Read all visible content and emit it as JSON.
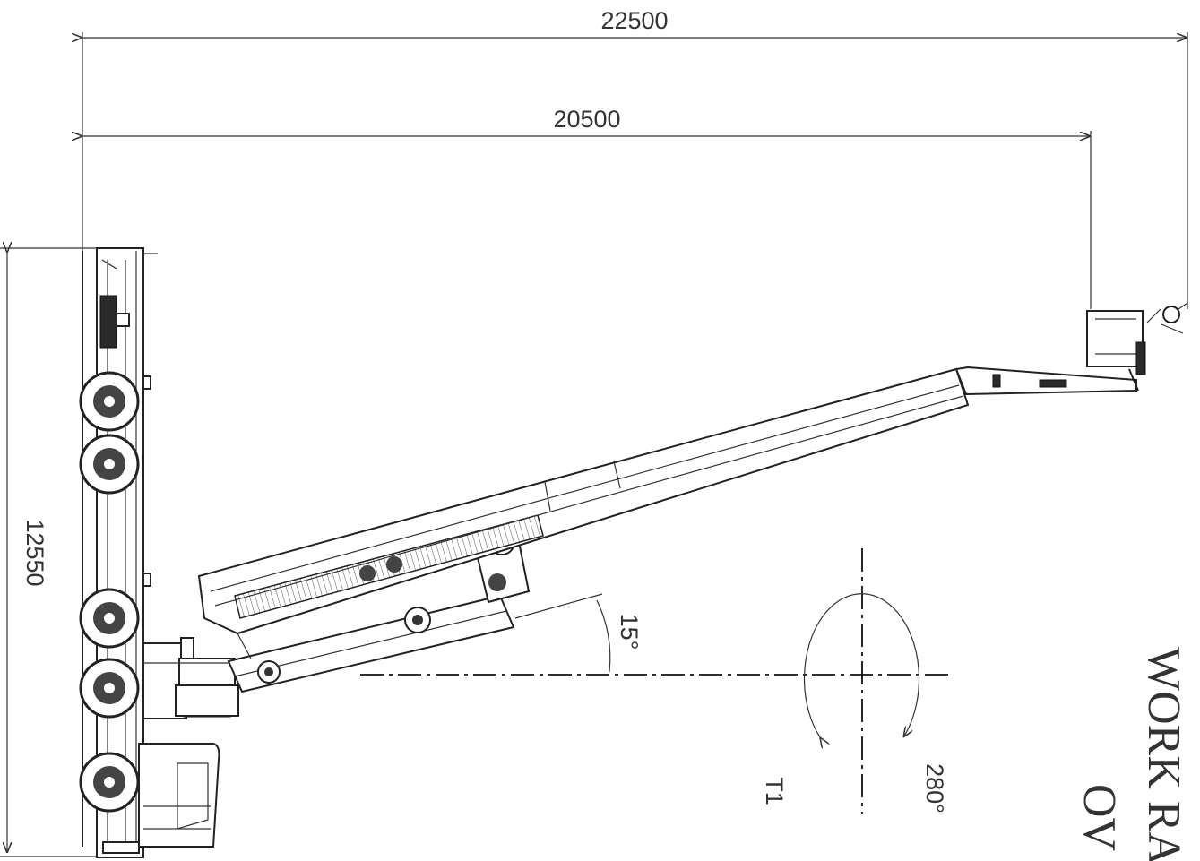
{
  "dimensions": {
    "overall_reach": "22500",
    "outreach": "20500",
    "height": "12550",
    "jib_angle": "15°",
    "slew_angle": "280°"
  },
  "labels": {
    "turret_mark": "T1",
    "title_line1": "WORK RA",
    "title_line2": "OV"
  }
}
